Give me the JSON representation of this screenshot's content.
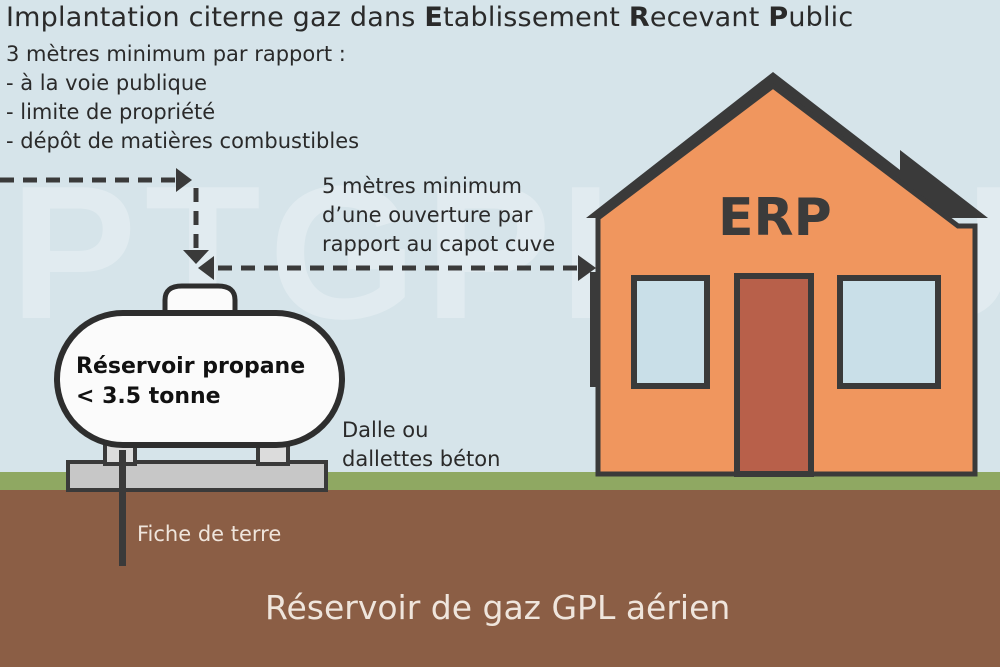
{
  "title": {
    "part1": "Implantation citerne gaz dans ",
    "e_letter": "E",
    "part2": "tablissement ",
    "r_letter": "R",
    "part3": "ecevant ",
    "p_letter": "P",
    "part4": "ublic"
  },
  "rules": {
    "heading": "3 mètres minimum par rapport :",
    "items": [
      "- à la voie publique",
      "- limite de propriété",
      "- dépôt de matières combustibles"
    ]
  },
  "opening_distance": {
    "lines": [
      "5 mètres minimum",
      "d’une ouverture par",
      "rapport au capot cuve"
    ]
  },
  "tank": {
    "lines": [
      "Réservoir propane",
      "< 3.5 tonne"
    ]
  },
  "slab": {
    "lines": [
      "Dalle ou",
      "dallettes béton"
    ]
  },
  "earth_rod": {
    "label": "Fiche de terre"
  },
  "building": {
    "label": "ERP"
  },
  "footer": {
    "label": "Réservoir de gaz GPL aérien"
  },
  "watermark": "PTGPL.EU",
  "colors": {
    "sky": "#d6e4ea",
    "grass": "#8fa862",
    "soil": "#8b5e45",
    "house_wall": "#f0965e",
    "door": "#b8604a",
    "window": "#c9dfe8",
    "tank": "#fbfbfb",
    "outline": "#2e2e2e"
  }
}
